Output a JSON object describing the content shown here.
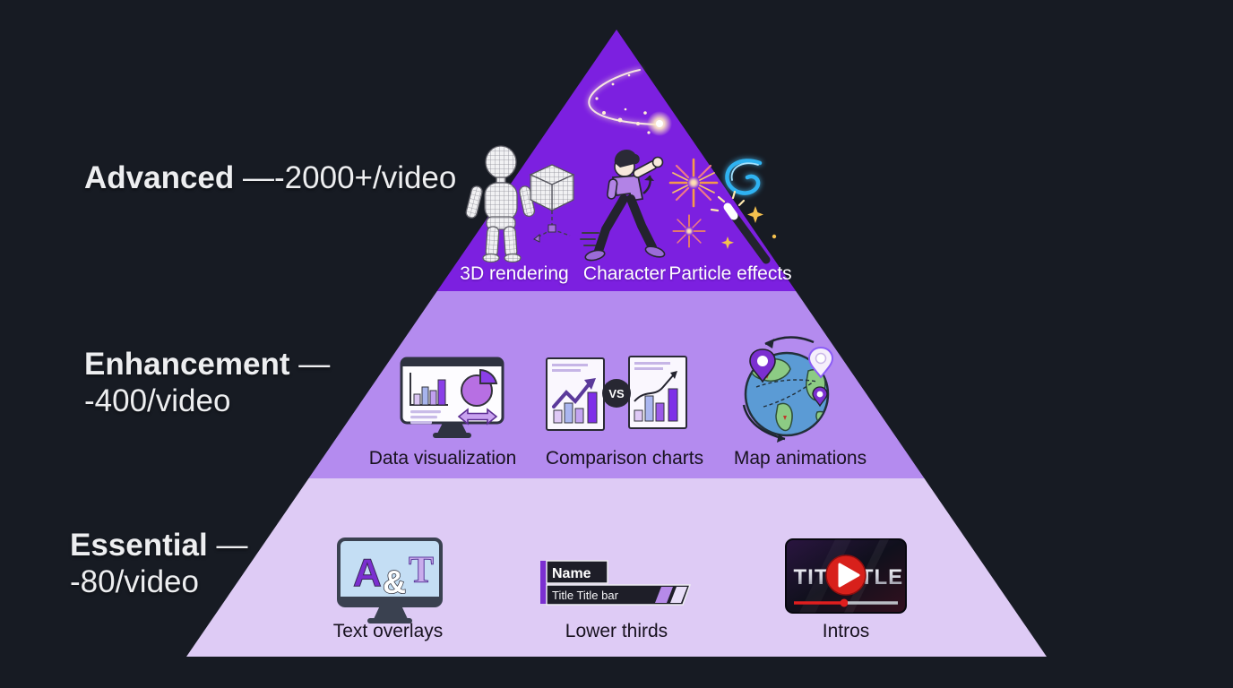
{
  "colors": {
    "background": "#171B23",
    "tier_advanced": "#7C20E0",
    "tier_enhancement": "#B48BEF",
    "tier_essential": "#DECBF5",
    "accent_purple": "#7B2FD0",
    "play_red": "#D8201B"
  },
  "tiers": [
    {
      "name": "Advanced",
      "dash": "—",
      "price": "-2000+/video",
      "items": [
        "3D rendering",
        "Character",
        "Particle effects"
      ]
    },
    {
      "name": "Enhancement",
      "dash": "—",
      "price": "-400/video",
      "items": [
        "Data visualization",
        "Comparison charts",
        "Map animations"
      ]
    },
    {
      "name": "Essential",
      "dash": "—",
      "price": "-80/video",
      "items": [
        "Text overlays",
        "Lower thirds",
        "Intros"
      ]
    }
  ],
  "icons": {
    "comparison_vs": "VS",
    "lower_third_name": "Name",
    "lower_third_title": "Title Title bar",
    "overlay_letter_a": "A",
    "overlay_ampersand": "&",
    "overlay_letter_t": "T",
    "intro_title_left": "TIT",
    "intro_title_right": "TLE"
  }
}
